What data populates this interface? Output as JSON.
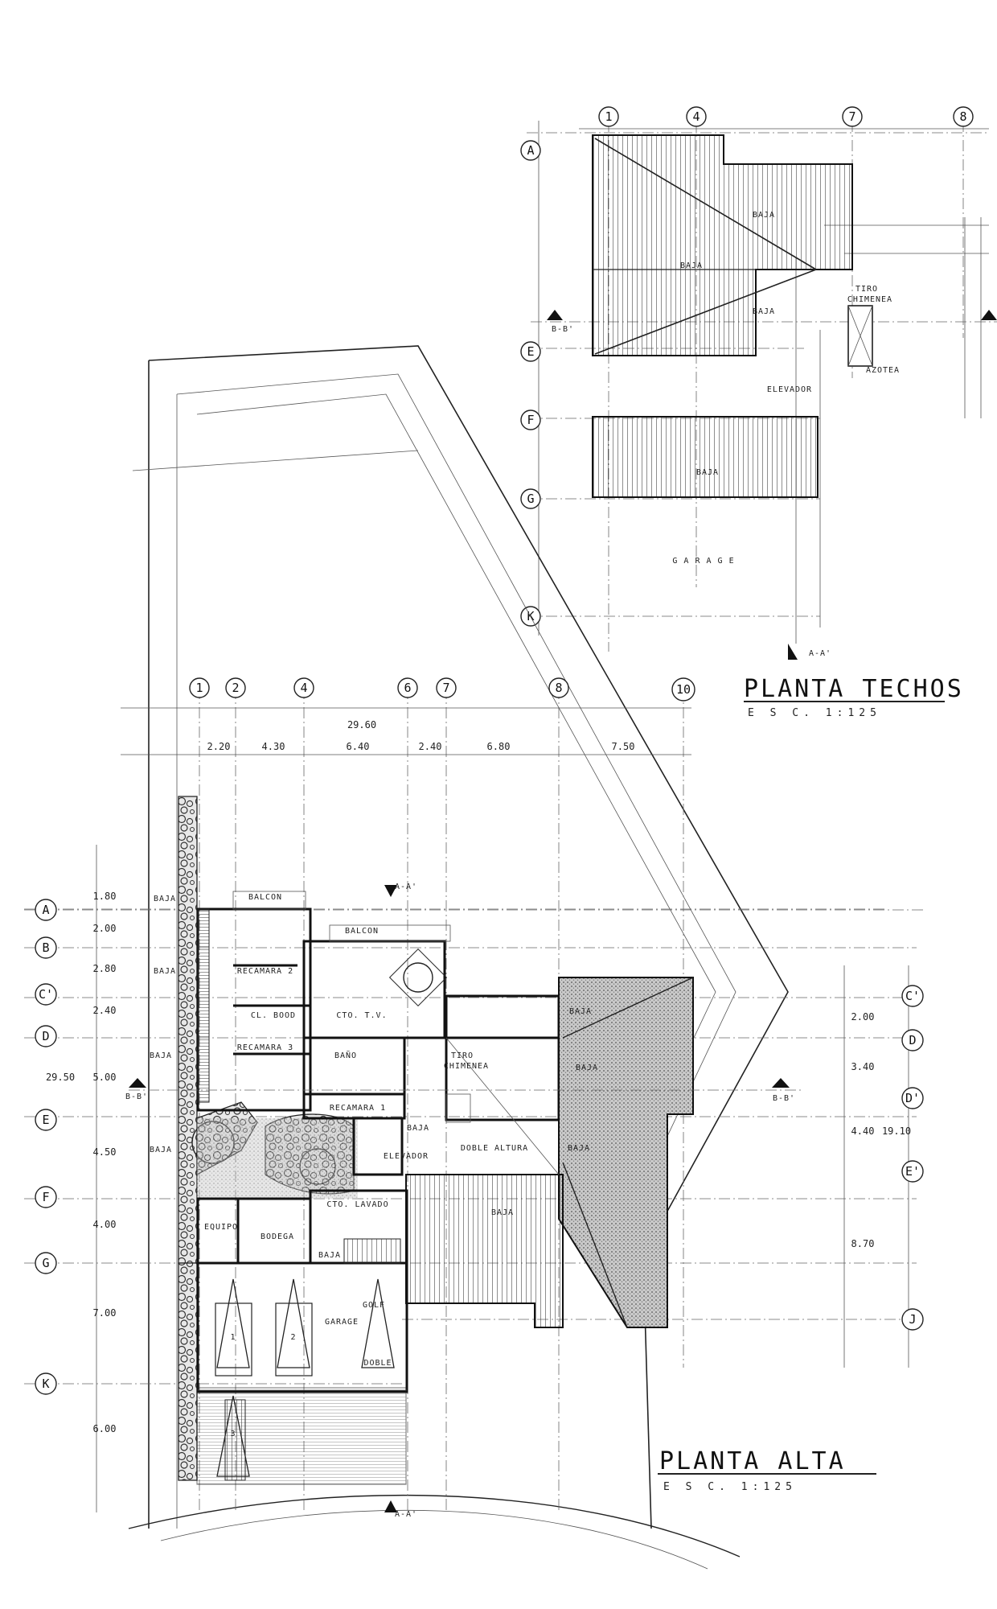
{
  "roof_plan": {
    "title": "PLANTA TECHOS",
    "scale": "E S C.    1:125",
    "col_axes": [
      "1",
      "4",
      "7",
      "8"
    ],
    "row_axes": [
      "A",
      "E",
      "F",
      "G",
      "K"
    ],
    "labels": {
      "baja1": "BAJA",
      "baja2": "BAJA",
      "baja3": "BAJA",
      "baja4": "BAJA",
      "tiro": "TIRO",
      "chimenea": "CHIMENEA",
      "azotea": "AZOTEA",
      "elevador": "ELEVADOR",
      "garage": "G A R A G E"
    },
    "section_bb": "B-B'",
    "section_aa": "A-A'"
  },
  "upper_plan": {
    "title": "PLANTA ALTA",
    "scale": "E S C.    1:125",
    "col_axes": [
      "1",
      "2",
      "4",
      "6",
      "7",
      "8",
      "10"
    ],
    "row_axes_left": [
      "A",
      "B",
      "C'",
      "D",
      "E",
      "F",
      "G",
      "K"
    ],
    "row_axes_right": [
      "C'",
      "D",
      "D'",
      "E'",
      "J"
    ],
    "top_total": "29.60",
    "top_dims": [
      "2.20",
      "4.30",
      "6.40",
      "2.40",
      "6.80",
      "7.50"
    ],
    "left_dims": [
      "1.80",
      "2.00",
      "2.80",
      "2.40",
      "5.00",
      "4.50",
      "4.00",
      "7.00",
      "6.00"
    ],
    "left_total": "29.50",
    "right_dims": [
      "2.00",
      "3.40",
      "4.40",
      "8.70"
    ],
    "right_total": "19.10",
    "rooms": {
      "balcon1": "BALCON",
      "balcon2": "BALCON",
      "recamara2": "RECAMARA 2",
      "recamara3": "RECAMARA 3",
      "recamara1": "RECAMARA 1",
      "closet": "CL. BOOD",
      "cto_tv": "CTO. T.V.",
      "bano": "BAÑO",
      "tiro": "TIRO",
      "chimenea": "CHIMENEA",
      "elevador": "ELEVADOR",
      "doble_altura": "DOBLE ALTURA",
      "cto_lavado": "CTO. LAVADO",
      "bodega": "BODEGA",
      "equipo": "EQUIPO",
      "garage": "GARAGE",
      "golf": "GOLF",
      "doble": "DOBLE",
      "baja1": "BAJA",
      "baja2": "BAJA",
      "baja3": "BAJA",
      "baja4": "BAJA",
      "baja5": "BAJA",
      "baja6": "BAJA",
      "baja7": "BAJA",
      "baja8": "BAJA",
      "baja9": "BAJA",
      "baja10": "BAJA",
      "car1": "1",
      "car2": "2",
      "car3": "3"
    },
    "section_bb": "B-B'",
    "section_aa": "A-A'"
  },
  "colors": {
    "ink": "#111111",
    "paper": "#ffffff"
  }
}
